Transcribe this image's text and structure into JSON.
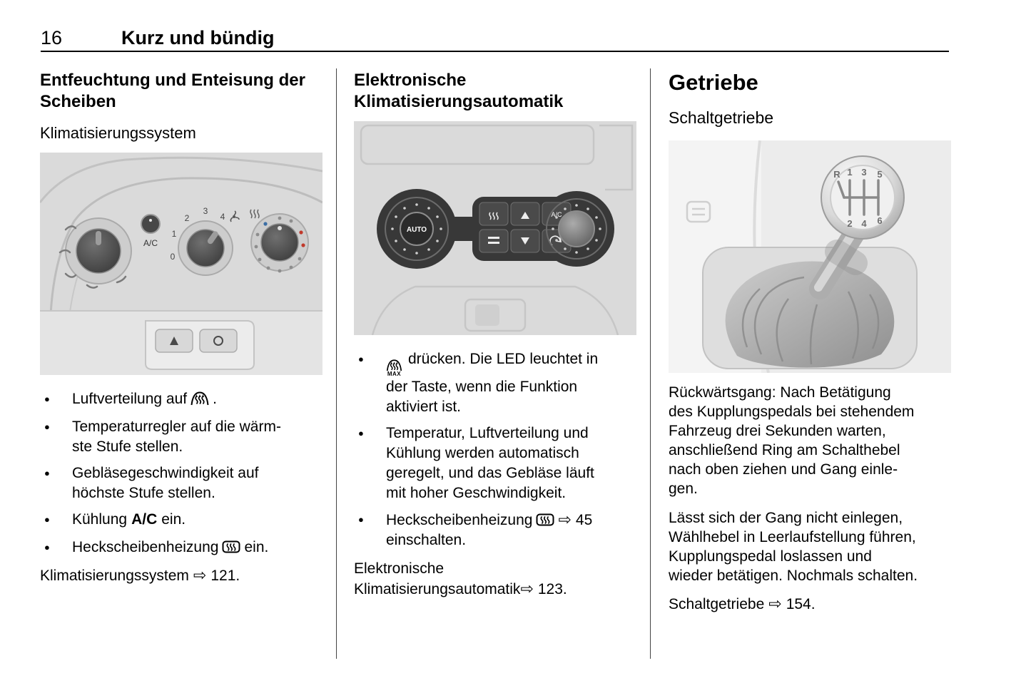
{
  "page": {
    "number": "16",
    "chapter": "Kurz und bündig"
  },
  "columns": {
    "col1": {
      "heading": "Entfeuchtung und Enteisung der\nScheiben",
      "subheading": "Klimatisierungssystem",
      "bullets": {
        "b1_pre": "Luftverteilung auf",
        "b1_icon": "defrost-windshield-icon",
        "b1_post": ".",
        "b2": "Temperaturregler auf die wärm-\nste Stufe stellen.",
        "b3": "Gebläsegeschwindigkeit auf\nhöchste Stufe stellen.",
        "b4_pre": "Kühlung",
        "b4_bold": "A/C",
        "b4_post": "ein.",
        "b5_pre": "Heckscheibenheizung",
        "b5_icon": "heated-rear-window-icon",
        "b5_post": "ein."
      },
      "reference": {
        "label": "Klimatisierungssystem",
        "arrow": "⇨",
        "page": "121."
      }
    },
    "col2": {
      "heading": "Elektronische\nKlimatisierungsautomatik",
      "bullets": {
        "b1_icon_label": "MAX",
        "b1_icon": "max-defrost-icon",
        "b1_text": "drücken. Die LED leuchtet in\nder Taste, wenn die Funktion\naktiviert ist.",
        "b2": "Temperatur, Luftverteilung und\nKühlung werden automatisch\ngeregelt, und das Gebläse läuft\nmit hoher Geschwindigkeit.",
        "b3_pre": "Heckscheibenheizung",
        "b3_icon": "heated-rear-window-icon",
        "b3_arrow": "⇨",
        "b3_page": "45",
        "b3_post": "\neinschalten."
      },
      "reference": {
        "label": "Elektronische\nKlimatisierungsautomatik",
        "arrow": "⇨",
        "page": "123."
      }
    },
    "col3": {
      "heading": "Getriebe",
      "subheading": "Schaltgetriebe",
      "para1": "Rückwärtsgang: Nach Betätigung\ndes Kupplungspedals bei stehendem\nFahrzeug drei Sekunden warten,\nanschließend Ring am Schalthebel\nnach oben ziehen und Gang einle-\ngen.",
      "para2": "Lässt sich der Gang nicht einlegen,\nWählhebel in Leerlaufstellung führen,\nKupplungspedal loslassen und\nwieder betätigen. Nochmals schalten.",
      "reference": {
        "label": "Schaltgetriebe",
        "arrow": "⇨",
        "page": "154."
      }
    }
  },
  "illustrations": {
    "climate_manual": {
      "name": "klimatisierungssystem-bedienfeld",
      "ac_label": "A/C",
      "fan_speeds": [
        "0",
        "1",
        "2",
        "3",
        "4"
      ]
    },
    "climate_auto": {
      "name": "klimatisierungsautomatik-bedienfeld",
      "auto_label": "AUTO",
      "ac_label": "A/C"
    },
    "gear_lever": {
      "name": "schalthebel",
      "shift_labels": {
        "r": "R",
        "g1": "1",
        "g2": "2",
        "g3": "3",
        "g4": "4",
        "g5": "5",
        "g6": "6"
      }
    }
  }
}
